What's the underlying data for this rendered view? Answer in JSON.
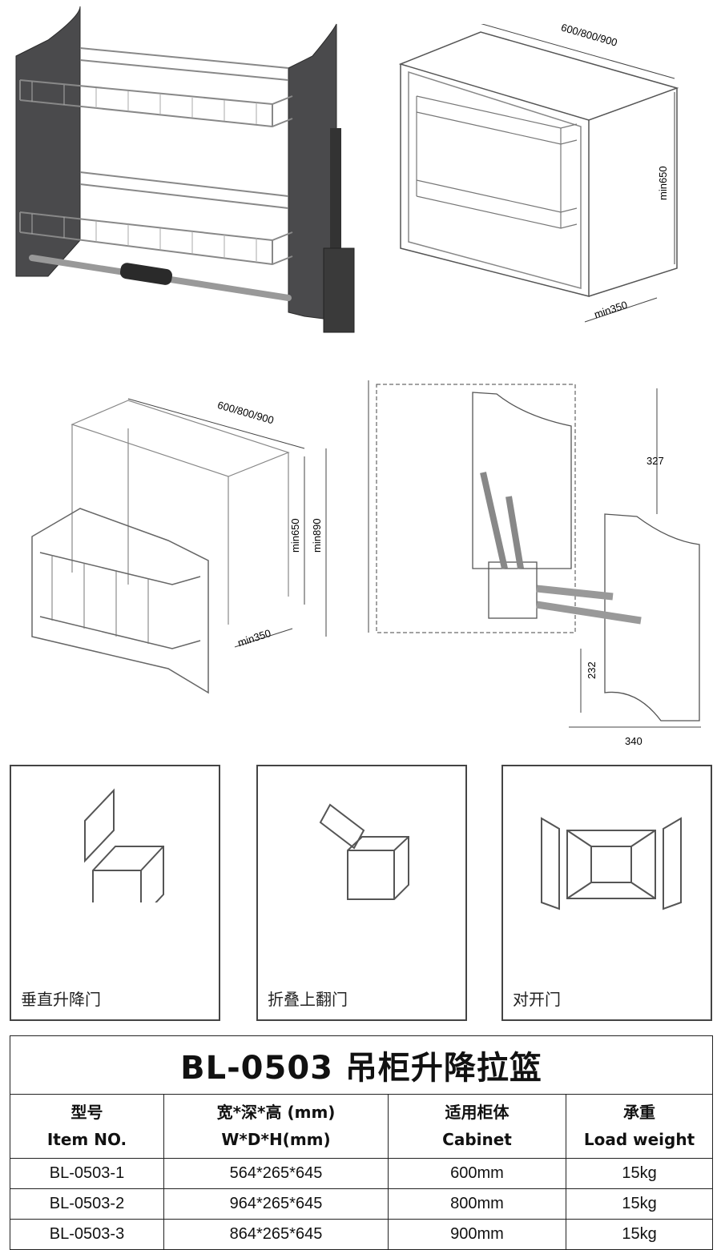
{
  "drawings": {
    "top_right": {
      "width_label": "600/800/900",
      "height_label": "min650",
      "depth_label": "min350"
    },
    "middle_left": {
      "width_label": "600/800/900",
      "height_label": "min650",
      "height2_label": "min890",
      "depth_label": "min350"
    },
    "middle_right": {
      "dim_top": "327",
      "dim_bottom": "232",
      "dim_width": "340"
    }
  },
  "door_types": [
    {
      "label": "垂直升降门"
    },
    {
      "label": "折叠上翻门"
    },
    {
      "label": "对开门"
    }
  ],
  "spec_table": {
    "title": "BL-0503 吊柜升降拉篮",
    "headers": [
      {
        "cn": "型号",
        "en": "Item NO."
      },
      {
        "cn": "宽*深*高 (mm)",
        "en": "W*D*H(mm)"
      },
      {
        "cn": "适用柜体",
        "en": "Cabinet"
      },
      {
        "cn": "承重",
        "en": "Load weight"
      }
    ],
    "rows": [
      [
        "BL-0503-1",
        "564*265*645",
        "600mm",
        "15kg"
      ],
      [
        "BL-0503-2",
        "964*265*645",
        "800mm",
        "15kg"
      ],
      [
        "BL-0503-3",
        "864*265*645",
        "900mm",
        "15kg"
      ]
    ]
  }
}
